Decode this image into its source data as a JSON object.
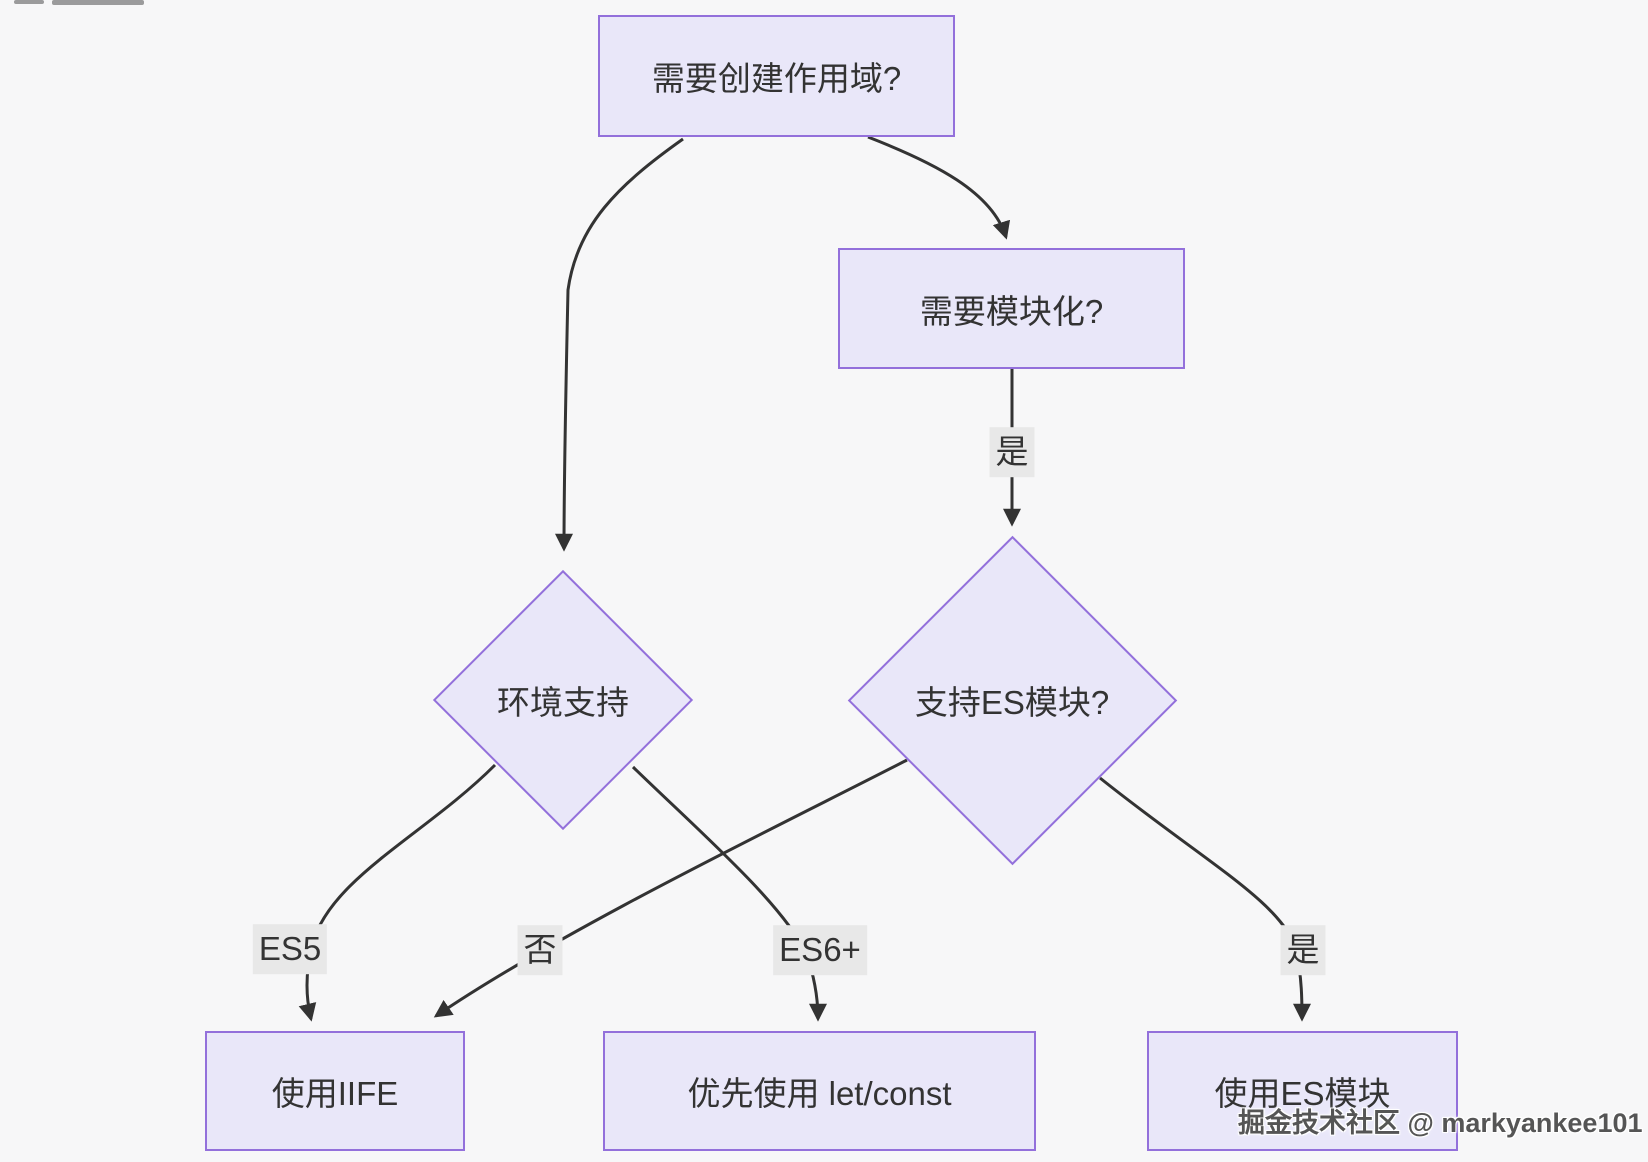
{
  "diagram": {
    "nodes": {
      "need_scope": {
        "label": "需要创建作用域?"
      },
      "need_module": {
        "label": "需要模块化?"
      },
      "env_support": {
        "label": "环境支持"
      },
      "es_module_q": {
        "label": "支持ES模块?"
      },
      "use_iife": {
        "label": "使用IIFE"
      },
      "use_letconst": {
        "label": "优先使用 let/const"
      },
      "use_esmodule": {
        "label": "使用ES模块"
      }
    },
    "edges": [
      {
        "from": "need_scope",
        "to": "env_support",
        "label": ""
      },
      {
        "from": "need_scope",
        "to": "need_module",
        "label": ""
      },
      {
        "from": "need_module",
        "to": "es_module_q",
        "label": "是"
      },
      {
        "from": "env_support",
        "to": "use_iife",
        "label": "ES5"
      },
      {
        "from": "env_support",
        "to": "use_letconst",
        "label": "ES6+"
      },
      {
        "from": "es_module_q",
        "to": "use_iife",
        "label": "否"
      },
      {
        "from": "es_module_q",
        "to": "use_esmodule",
        "label": "是"
      }
    ],
    "edge_labels": {
      "yes1": "是",
      "es5": "ES5",
      "no": "否",
      "es6": "ES6+",
      "yes2": "是"
    }
  },
  "watermark": "掘金技术社区 @ markyankee101",
  "colors": {
    "background": "#f7f7f8",
    "node_fill": "#e9e7f9",
    "node_border": "#9370DB",
    "edge": "#333333",
    "text": "#333333",
    "label_bg": "#e8e8e8",
    "watermark": "#555555"
  }
}
